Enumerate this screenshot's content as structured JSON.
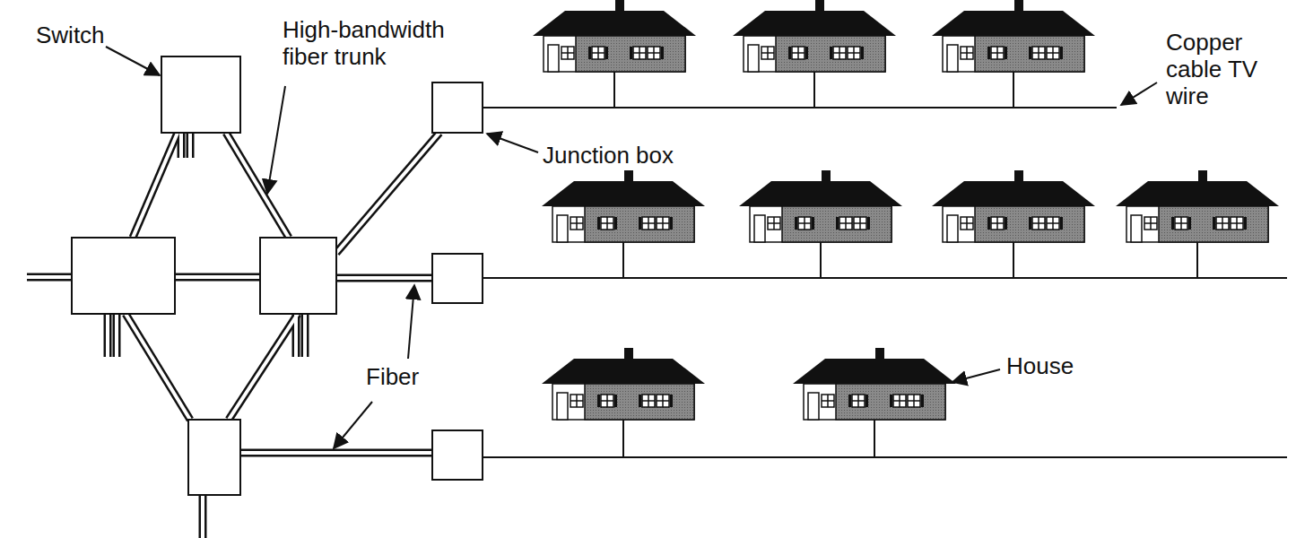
{
  "diagram": {
    "labels": [
      "Switch",
      "High-bandwidth fiber trunk",
      "Copper cable TV wire",
      "Junction box",
      "Fiber",
      "House"
    ]
  }
}
